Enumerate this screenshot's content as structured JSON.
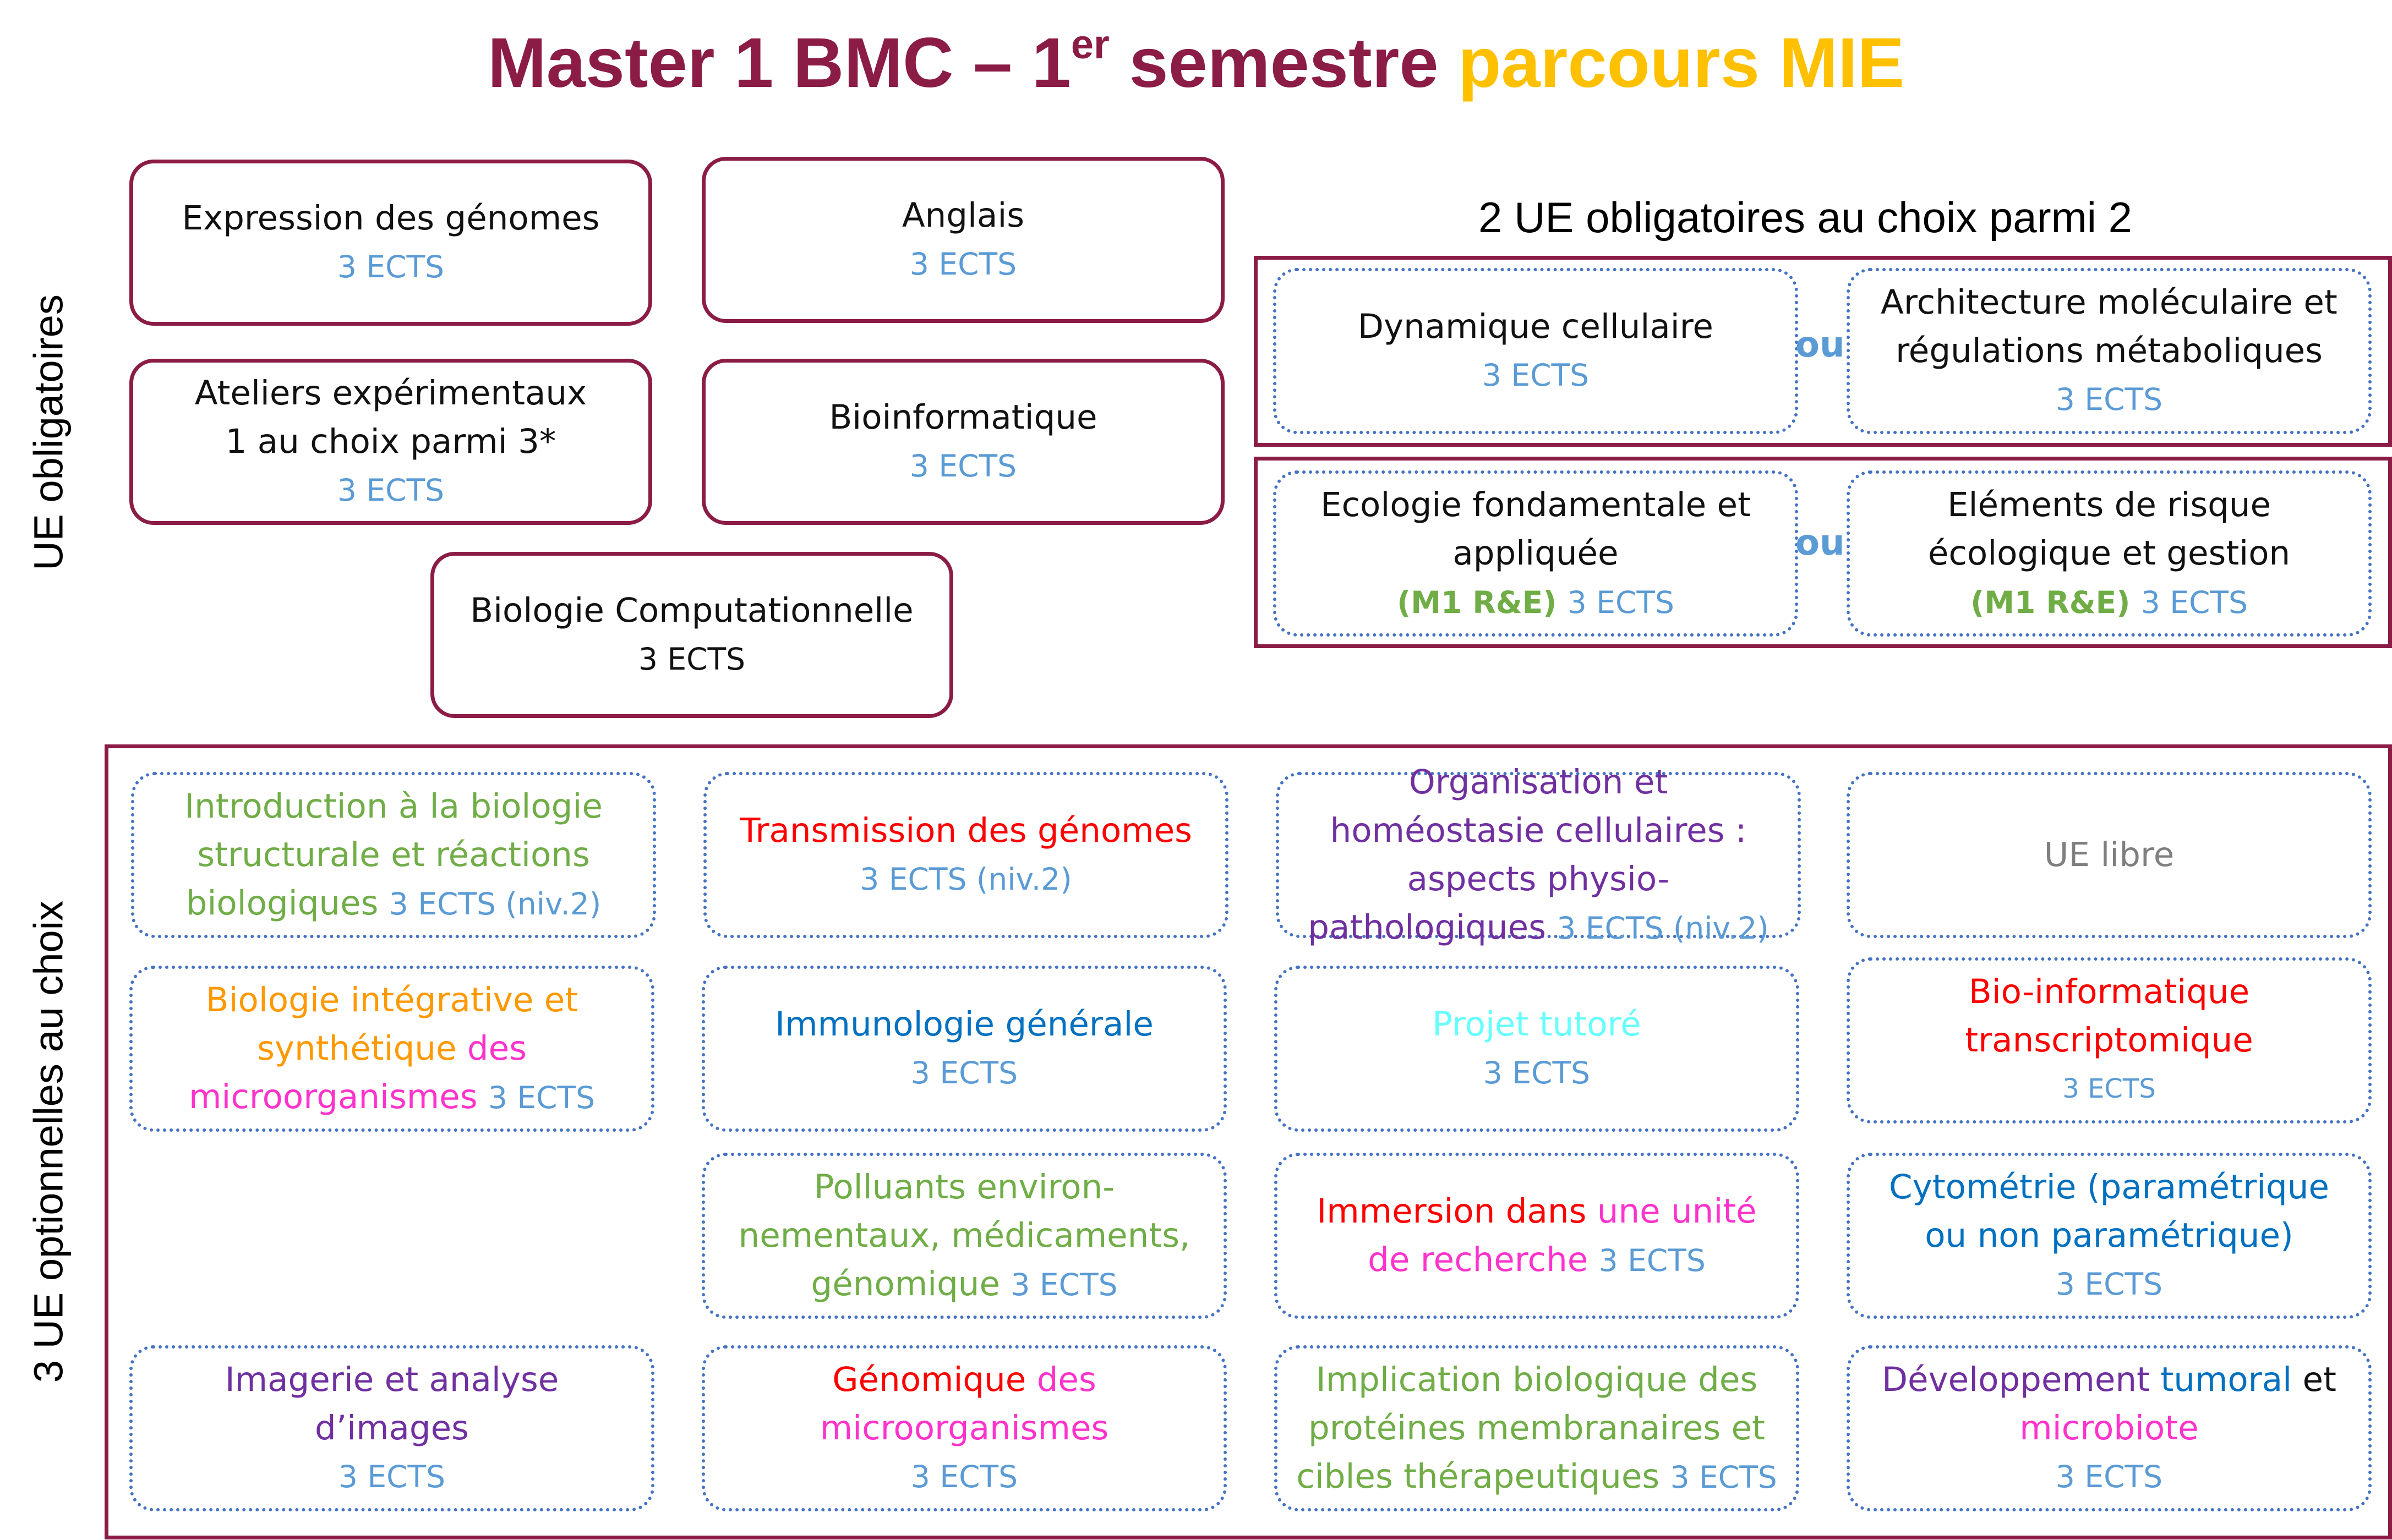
{
  "colors": {
    "frame": "#8b1c46",
    "title_primary": "#8b1c46",
    "title_accent": "#ffc000",
    "ects": "#5b9bd5",
    "dotted_border": "#4472c4"
  },
  "title": {
    "main": "Master 1 BMC – 1",
    "sup": "er",
    "mid": " semestre ",
    "accent": "parcours MIE"
  },
  "side_labels": {
    "mandatory": "UE obligatoires",
    "optional": "3 UE optionnelles au choix"
  },
  "choice_heading": "2 UE obligatoires au choix parmi 2",
  "or_label": "ou",
  "mandatory": {
    "expression": {
      "name": "Expression des génomes",
      "ects": "3 ECTS"
    },
    "anglais": {
      "name": "Anglais",
      "ects": "3 ECTS"
    },
    "ateliers": {
      "line1": "Ateliers expérimentaux",
      "line2": "1 au choix parmi 3*",
      "ects": "3 ECTS"
    },
    "bioinfo": {
      "name": "Bioinformatique",
      "ects": "3 ECTS"
    },
    "biocomp": {
      "name": "Biologie Computationnelle",
      "ects": "3 ECTS"
    }
  },
  "choices": {
    "dynamique": {
      "name": "Dynamique cellulaire",
      "ects": "3 ECTS"
    },
    "architecture": {
      "line1": "Architecture moléculaire et",
      "line2": "régulations métaboliques",
      "ects": "3 ECTS"
    },
    "ecologie": {
      "line1": "Ecologie fondamentale et",
      "line2": "appliquée",
      "tag": "(M1 R&E)",
      "ects": "3 ECTS"
    },
    "elements": {
      "line1": "Eléments de risque",
      "line2": "écologique et gestion",
      "tag": "(M1 R&E)",
      "ects": "3 ECTS"
    }
  },
  "optional": {
    "intro_bio": {
      "line1": "Introduction à la biologie",
      "line2": "structurale et réactions",
      "line3": "biologiques",
      "ects": "3 ECTS (niv.2)"
    },
    "transmission": {
      "name": "Transmission des génomes",
      "ects": "3 ECTS (niv.2)"
    },
    "organisation": {
      "line1": "Organisation et",
      "line2": "homéostasie cellulaires :",
      "line3": "aspects physio-",
      "line4": "pathologiques",
      "ects": "3 ECTS (niv.2)"
    },
    "ue_libre": {
      "name": "UE libre"
    },
    "bio_integrative": {
      "line1": "Biologie intégrative et",
      "line2a": "synthétique",
      "line2b": "des",
      "line3": "microorganismes",
      "ects": "3 ECTS"
    },
    "immunologie": {
      "name": "Immunologie générale",
      "ects": "3 ECTS"
    },
    "projet": {
      "name": "Projet tutoré",
      "ects": "3 ECTS"
    },
    "bio_info_trans": {
      "line1": "Bio-informatique",
      "line2": "transcriptomique",
      "ects": "3 ECTS"
    },
    "polluants": {
      "line1": "Polluants environ-",
      "line2": "nementaux, médicaments,",
      "line3": "génomique",
      "ects": "3 ECTS"
    },
    "immersion": {
      "part1": "Immersion dans",
      "part2": "une unité",
      "line2": "de recherche",
      "ects": "3 ECTS"
    },
    "cytometrie": {
      "line1": "Cytométrie (paramétrique",
      "line2": "ou non paramétrique)",
      "ects": "3 ECTS"
    },
    "imagerie": {
      "line1": "Imagerie et analyse",
      "line2": "d’images",
      "ects": "3 ECTS"
    },
    "genomique": {
      "part1": "Génomique",
      "part2": "des",
      "line2": "microorganismes",
      "ects": "3 ECTS"
    },
    "implication": {
      "line1": "Implication biologique des",
      "line2": "protéines membranaires et",
      "line3": "cibles thérapeutiques",
      "ects": "3 ECTS"
    },
    "developpement": {
      "part1": "Développement",
      "part2": "tumoral",
      "part3": "et",
      "line2": "microbiote",
      "ects": "3 ECTS"
    }
  }
}
